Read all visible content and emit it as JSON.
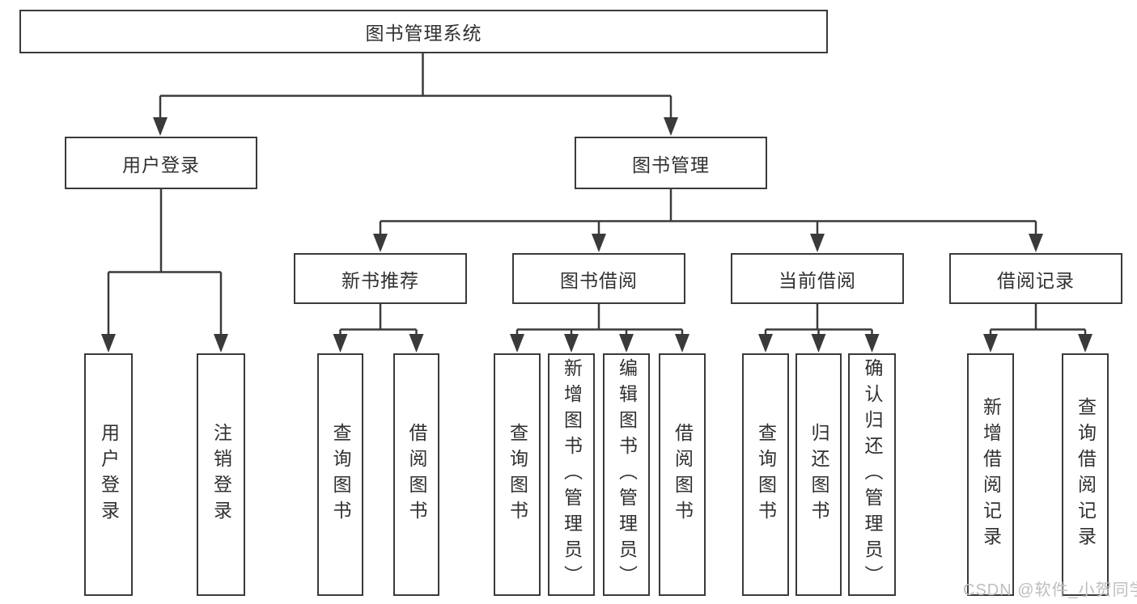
{
  "diagram": {
    "root": {
      "label": "图书管理系统"
    },
    "level2": [
      {
        "label": "用户登录"
      },
      {
        "label": "图书管理"
      }
    ],
    "level3": [
      {
        "label": "新书推荐",
        "parent": "图书管理"
      },
      {
        "label": "图书借阅",
        "parent": "图书管理"
      },
      {
        "label": "当前借阅",
        "parent": "图书管理"
      },
      {
        "label": "借阅记录",
        "parent": "图书管理"
      }
    ],
    "leaves": [
      {
        "label": "用户登录",
        "parent": "用户登录"
      },
      {
        "label": "注销登录",
        "parent": "用户登录"
      },
      {
        "label": "查询图书",
        "parent": "新书推荐"
      },
      {
        "label": "借阅图书",
        "parent": "新书推荐"
      },
      {
        "label": "查询图书",
        "parent": "图书借阅"
      },
      {
        "label": "新增图书（管理员）",
        "parent": "图书借阅"
      },
      {
        "label": "编辑图书（管理员）",
        "parent": "图书借阅"
      },
      {
        "label": "借阅图书",
        "parent": "图书借阅"
      },
      {
        "label": "查询图书",
        "parent": "当前借阅"
      },
      {
        "label": "归还图书",
        "parent": "当前借阅"
      },
      {
        "label": "确认归还（管理员）",
        "parent": "当前借阅"
      },
      {
        "label": "新增借阅记录",
        "parent": "借阅记录"
      },
      {
        "label": "查询借阅记录",
        "parent": "借阅记录"
      }
    ]
  },
  "watermark": {
    "text": "CSDN @软件_小贺同学"
  },
  "colors": {
    "line": "#3a3a3a",
    "box_border": "#3a3a3a",
    "text": "#303030",
    "watermark": "#bdbdbd",
    "background": "#ffffff"
  }
}
